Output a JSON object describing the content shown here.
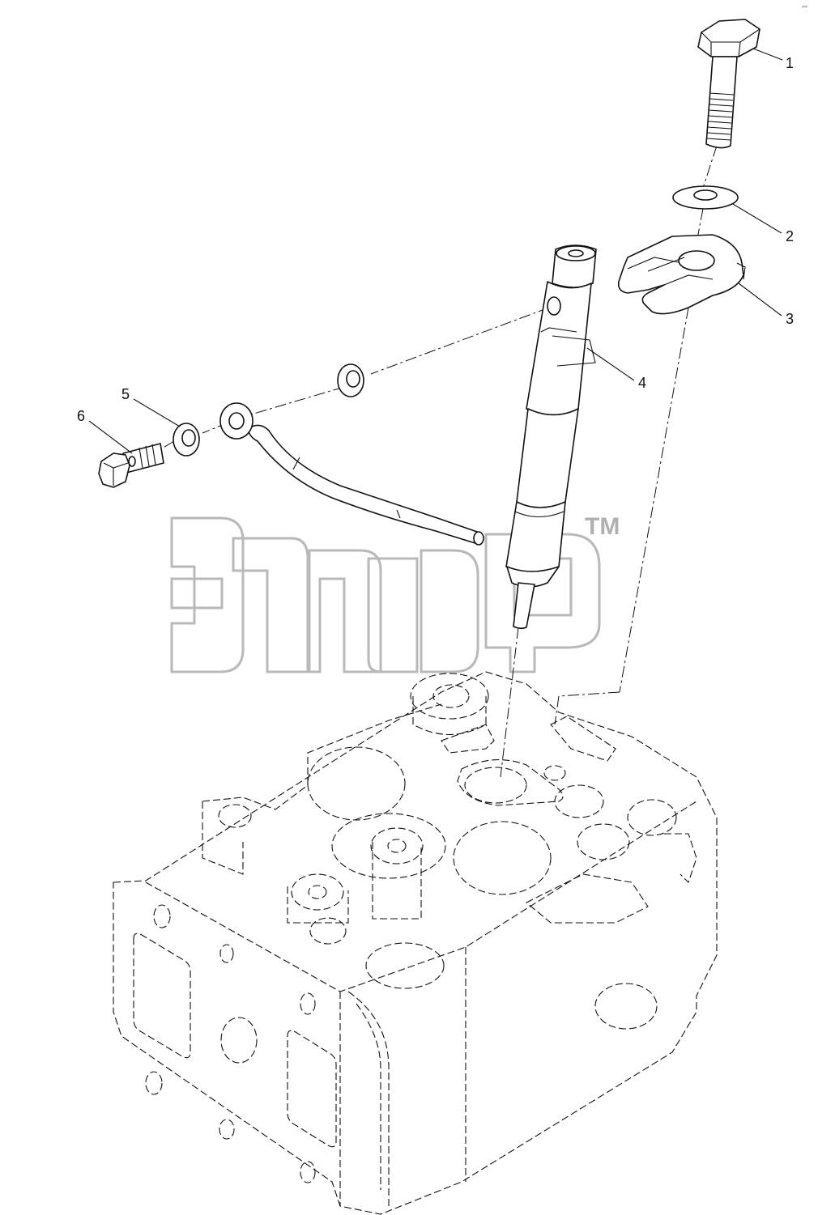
{
  "diagram": {
    "callouts": [
      {
        "id": "1",
        "label": "1"
      },
      {
        "id": "2",
        "label": "2"
      },
      {
        "id": "3",
        "label": "3"
      },
      {
        "id": "4",
        "label": "4"
      },
      {
        "id": "5",
        "label": "5"
      },
      {
        "id": "6",
        "label": "6"
      }
    ],
    "watermark": {
      "trademark": "TM"
    },
    "corner_mark": "⸗⸗⸗"
  },
  "colors": {
    "line": "#111111",
    "watermark": "#b9b9b9",
    "background": "#ffffff"
  }
}
